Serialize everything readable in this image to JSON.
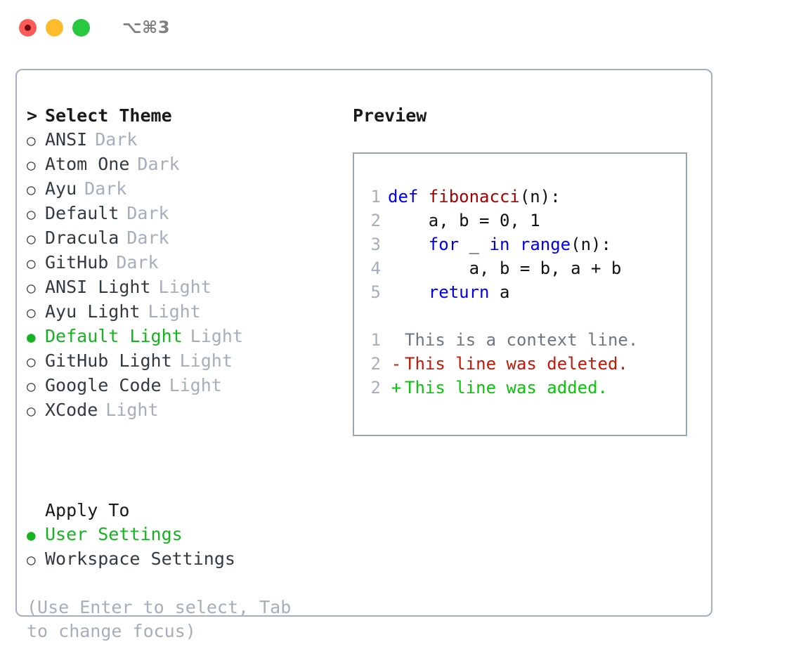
{
  "window": {
    "shortcut_label": "⌥⌘3",
    "traffic_lights": [
      {
        "name": "close",
        "color": "#fc5b57"
      },
      {
        "name": "minimize",
        "color": "#fdbc2c"
      },
      {
        "name": "zoom",
        "color": "#28c93f"
      }
    ]
  },
  "selector": {
    "header_caret": ">",
    "header_title": "Select Theme",
    "marker_unselected": "○",
    "marker_selected": "●",
    "items": [
      {
        "name": "ANSI",
        "tag": "Dark",
        "selected": false
      },
      {
        "name": "Atom One",
        "tag": "Dark",
        "selected": false
      },
      {
        "name": "Ayu",
        "tag": "Dark",
        "selected": false
      },
      {
        "name": "Default",
        "tag": "Dark",
        "selected": false
      },
      {
        "name": "Dracula",
        "tag": "Dark",
        "selected": false
      },
      {
        "name": "GitHub",
        "tag": "Dark",
        "selected": false
      },
      {
        "name": "ANSI Light",
        "tag": "Light",
        "selected": false
      },
      {
        "name": "Ayu Light",
        "tag": "Light",
        "selected": false
      },
      {
        "name": "Default Light",
        "tag": "Light",
        "selected": true
      },
      {
        "name": "GitHub Light",
        "tag": "Light",
        "selected": false
      },
      {
        "name": "Google Code",
        "tag": "Light",
        "selected": false
      },
      {
        "name": "XCode",
        "tag": "Light",
        "selected": false
      }
    ]
  },
  "apply_to": {
    "title": "Apply To",
    "options": [
      {
        "label": "User Settings",
        "selected": true
      },
      {
        "label": "Workspace Settings",
        "selected": false
      }
    ]
  },
  "hint": "(Use Enter to select, Tab to change focus)",
  "preview": {
    "title": "Preview",
    "code": [
      {
        "line_no": "1",
        "tokens": [
          {
            "text": "def ",
            "type": "keyword"
          },
          {
            "text": "fibonacci",
            "type": "function"
          },
          {
            "text": "(n):",
            "type": "plain"
          }
        ]
      },
      {
        "line_no": "2",
        "tokens": [
          {
            "text": "    a, b = 0, 1",
            "type": "plain"
          }
        ]
      },
      {
        "line_no": "3",
        "tokens": [
          {
            "text": "    ",
            "type": "plain"
          },
          {
            "text": "for",
            "type": "keyword"
          },
          {
            "text": " _ ",
            "type": "plain"
          },
          {
            "text": "in",
            "type": "keyword"
          },
          {
            "text": " ",
            "type": "plain"
          },
          {
            "text": "range",
            "type": "keyword"
          },
          {
            "text": "(n):",
            "type": "plain"
          }
        ]
      },
      {
        "line_no": "4",
        "tokens": [
          {
            "text": "        a, b = b, a + b",
            "type": "plain"
          }
        ]
      },
      {
        "line_no": "5",
        "tokens": [
          {
            "text": "    ",
            "type": "plain"
          },
          {
            "text": "return",
            "type": "keyword"
          },
          {
            "text": " a",
            "type": "plain"
          }
        ]
      }
    ],
    "diff": [
      {
        "line_no": "1",
        "sign": " ",
        "text": "This is a context line.",
        "kind": "context"
      },
      {
        "line_no": "2",
        "sign": "-",
        "text": "This line was deleted.",
        "kind": "removed"
      },
      {
        "line_no": "2",
        "sign": "+",
        "text": "This line was added.",
        "kind": "added"
      }
    ]
  },
  "colors": {
    "accent_green": "#16b321",
    "muted_gray": "#a6aeba",
    "border": "#a6b0bd",
    "keyword_blue": "#0000ee",
    "function_red": "#a80000",
    "diff_added": "#0ac40a",
    "diff_removed": "#c21807"
  }
}
